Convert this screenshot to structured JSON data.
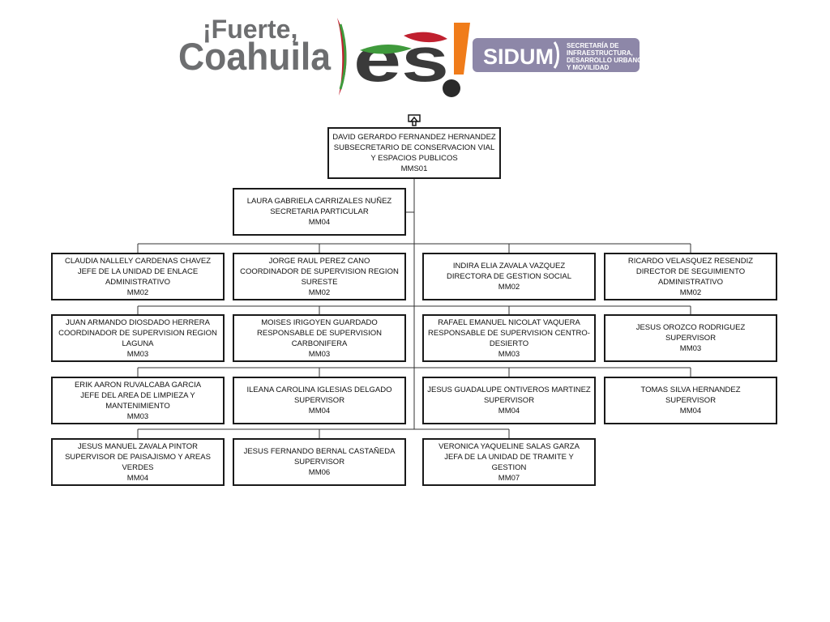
{
  "logo": {
    "fuerte_text": "¡Fuerte,",
    "coahuila_text": "Coahuila",
    "es_text": "es",
    "exclaim_text": "!",
    "sidum_text": "SIDUM",
    "sidum_sub": [
      "SECRETARÍA DE",
      "INFRAESTRUCTURA,",
      "DESARROLLO URBANO",
      "Y MOVILIDAD"
    ],
    "colors": {
      "gray": "#6d6e70",
      "green": "#3f9a3c",
      "red": "#c0202f",
      "orange": "#f07c1a",
      "purple": "#8d87a8"
    }
  },
  "org": {
    "root": {
      "name": "DAVID GERARDO FERNANDEZ HERNANDEZ",
      "title": "SUBSECRETARIO DE CONSERVACION VIAL Y ESPACIOS PUBLICOS",
      "level": "MMS01"
    },
    "assistant": {
      "name": "LAURA GABRIELA CARRIZALES NUÑEZ",
      "title": "SECRETARIA PARTICULAR",
      "level": "MM04"
    },
    "rows": [
      [
        {
          "name": "CLAUDIA NALLELY CARDENAS CHAVEZ",
          "title": "JEFE DE LA UNIDAD DE ENLACE ADMINISTRATIVO",
          "level": "MM02"
        },
        {
          "name": "JORGE RAUL PEREZ CANO",
          "title": "COORDINADOR DE SUPERVISION REGION SURESTE",
          "level": "MM02"
        },
        {
          "name": "INDIRA ELIA ZAVALA VAZQUEZ",
          "title": "DIRECTORA DE GESTION SOCIAL",
          "level": "MM02"
        },
        {
          "name": "RICARDO VELASQUEZ RESENDIZ",
          "title": "DIRECTOR DE SEGUIMIENTO ADMINISTRATIVO",
          "level": "MM02"
        }
      ],
      [
        {
          "name": "JUAN ARMANDO DIOSDADO HERRERA",
          "title": "COORDINADOR DE SUPERVISION REGION LAGUNA",
          "level": "MM03"
        },
        {
          "name": "MOISES IRIGOYEN GUARDADO",
          "title": "RESPONSABLE DE SUPERVISION CARBONIFERA",
          "level": "MM03"
        },
        {
          "name": "RAFAEL EMANUEL NICOLAT VAQUERA",
          "title": "RESPONSABLE DE SUPERVISION CENTRO-DESIERTO",
          "level": "MM03"
        },
        {
          "name": "JESUS OROZCO RODRIGUEZ",
          "title": "SUPERVISOR",
          "level": "MM03"
        }
      ],
      [
        {
          "name": "ERIK AARON RUVALCABA GARCIA",
          "title": "JEFE DEL AREA DE LIMPIEZA Y MANTENIMIENTO",
          "level": "MM03"
        },
        {
          "name": "ILEANA CAROLINA IGLESIAS DELGADO",
          "title": "SUPERVISOR",
          "level": "MM04"
        },
        {
          "name": "JESUS GUADALUPE ONTIVEROS MARTINEZ",
          "title": "SUPERVISOR",
          "level": "MM04"
        },
        {
          "name": "TOMAS SILVA HERNANDEZ",
          "title": "SUPERVISOR",
          "level": "MM04"
        }
      ],
      [
        {
          "name": "JESUS MANUEL ZAVALA PINTOR",
          "title": "SUPERVISOR DE PAISAJISMO Y AREAS VERDES",
          "level": "MM04"
        },
        {
          "name": "JESUS FERNANDO BERNAL CASTAÑEDA",
          "title": "SUPERVISOR",
          "level": "MM06"
        },
        {
          "name": "VERONICA YAQUELINE SALAS GARZA",
          "title": "JEFA DE LA UNIDAD DE TRAMITE Y GESTION",
          "level": "MM07"
        }
      ]
    ]
  }
}
